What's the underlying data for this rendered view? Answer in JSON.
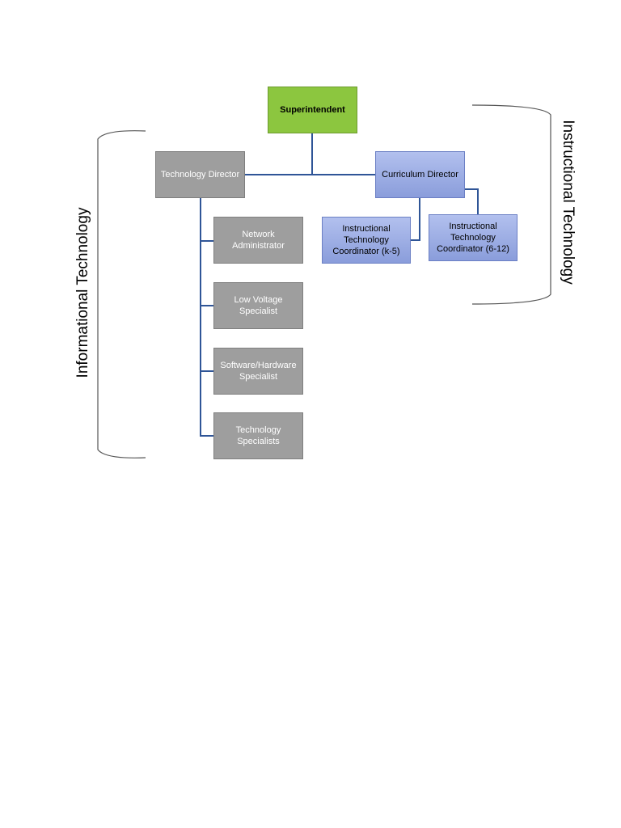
{
  "nodes": {
    "superintendent": "Superintendent",
    "technology_director": "Technology Director",
    "curriculum_director": "Curriculum Director",
    "network_administrator": "Network Administrator",
    "low_voltage_specialist": "Low Voltage Specialist",
    "software_hardware_specialist": "Software/Hardware Specialist",
    "technology_specialists": "Technology Specialists",
    "itc_k5": "Instructional Technology Coordinator (k-5)",
    "itc_612": "Instructional Technology Coordinator (6-12)"
  },
  "groups": {
    "left": "Informational Technology",
    "right": "Instructional Technology"
  },
  "colors": {
    "superintendent": "#8cc63f",
    "info_tech_boxes": "#9e9e9e",
    "instr_tech_boxes": "#95a7e0",
    "connectors": "#2f5597"
  }
}
